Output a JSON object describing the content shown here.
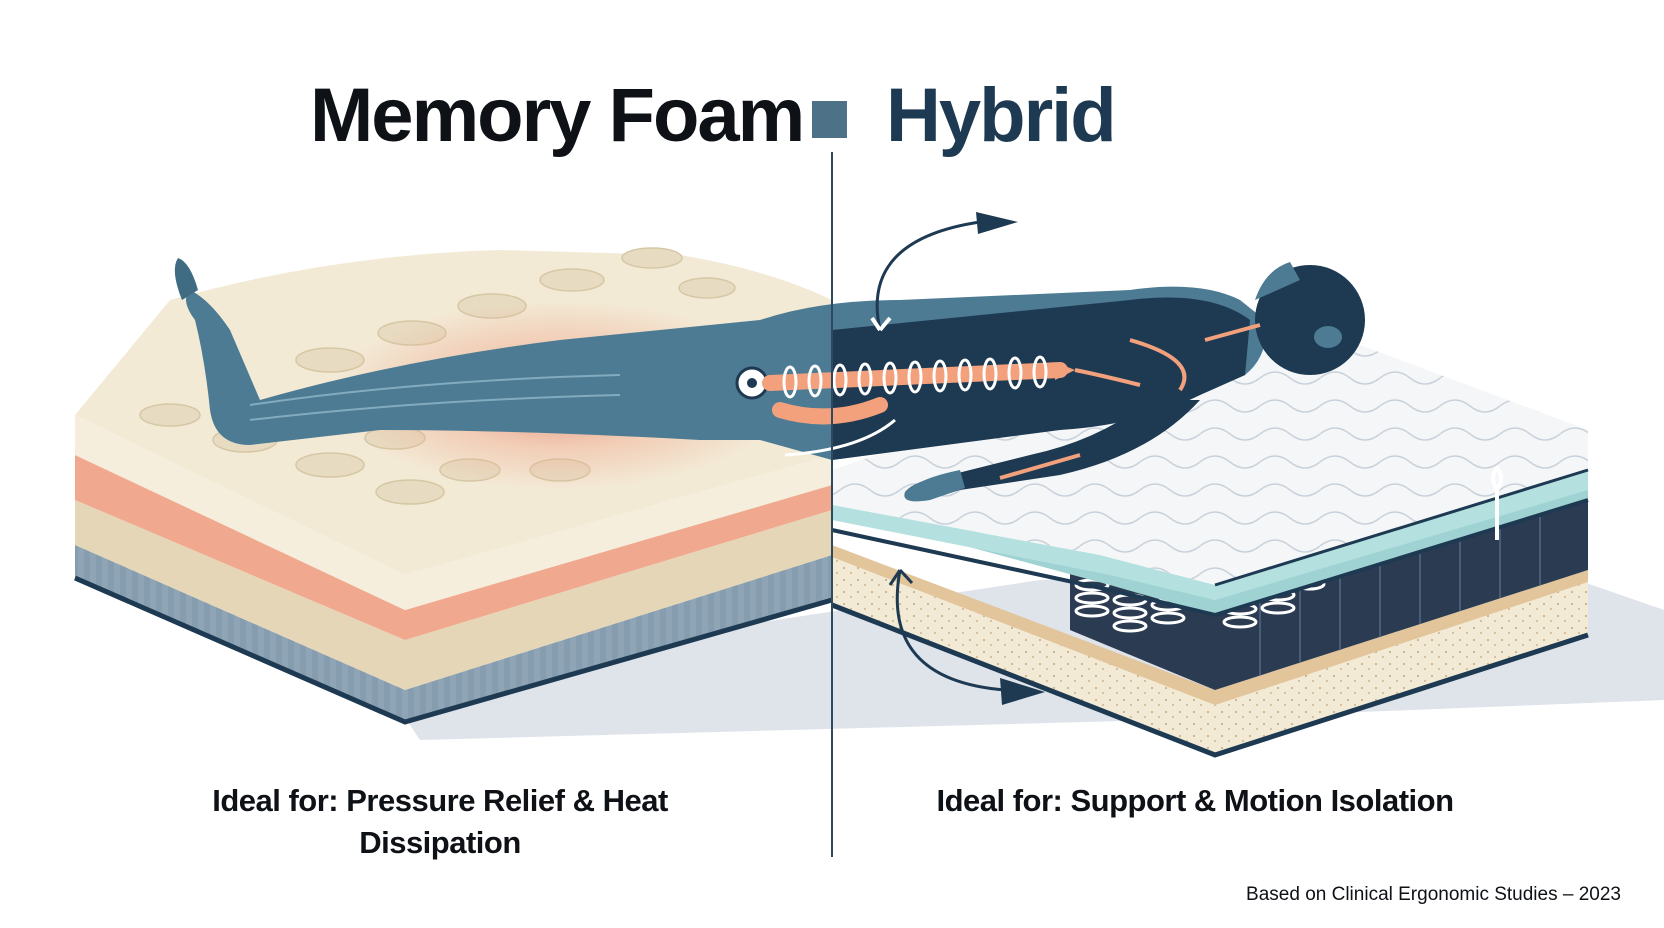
{
  "title": {
    "left": "Memory Foam",
    "right": "Hybrid"
  },
  "captions": {
    "left": "Ideal for: Pressure Relief & Heat Dissipation",
    "right": "Ideal for: Support & Motion Isolation"
  },
  "footnote": "Based on Clinical Ergonomic Studies – 2023",
  "colors": {
    "foam_cream": "#f3ead6",
    "foam_peach": "#f0a98e",
    "foam_sand": "#e6d6b8",
    "base_blue": "#8fa5b5",
    "body_blue": "#4c7b93",
    "body_dark": "#1d3a52",
    "spine_orange": "#f3a07c",
    "heat_red": "#d8624c",
    "hybrid_teal": "#9fd3d3",
    "hybrid_top": "#f4f6f8",
    "coil_dark": "#2b3b52",
    "shadow_gray": "#dfe3ea"
  },
  "icons": [
    "curved-arrow-icon",
    "spine-icon",
    "coil-spring-icon"
  ]
}
